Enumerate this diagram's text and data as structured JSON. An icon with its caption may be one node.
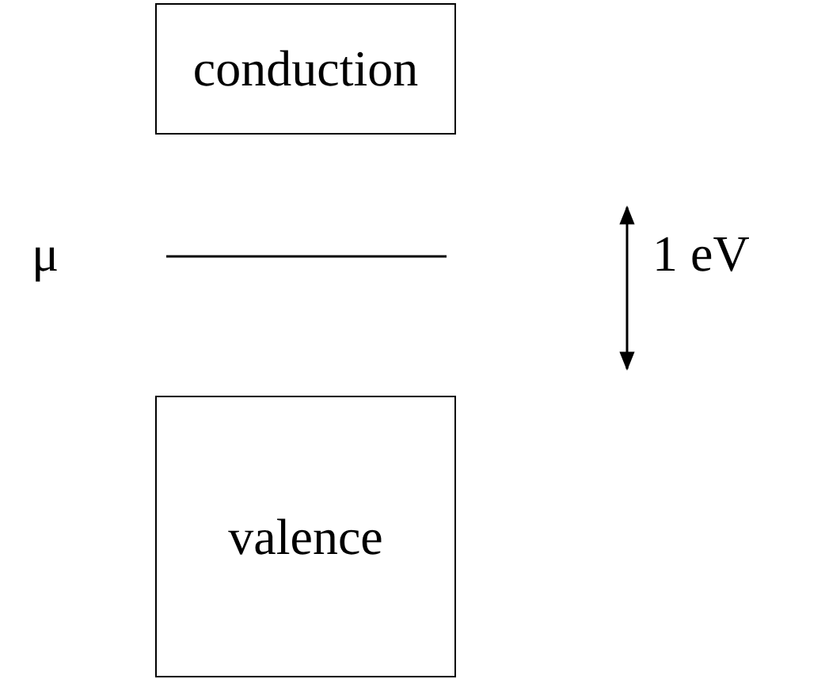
{
  "diagram": {
    "nodes": [
      {
        "text": [
          "conduction"
        ]
      },
      {
        "text": [
          "valence"
        ]
      }
    ],
    "labels": [
      "μ",
      "1 eV"
    ]
  }
}
